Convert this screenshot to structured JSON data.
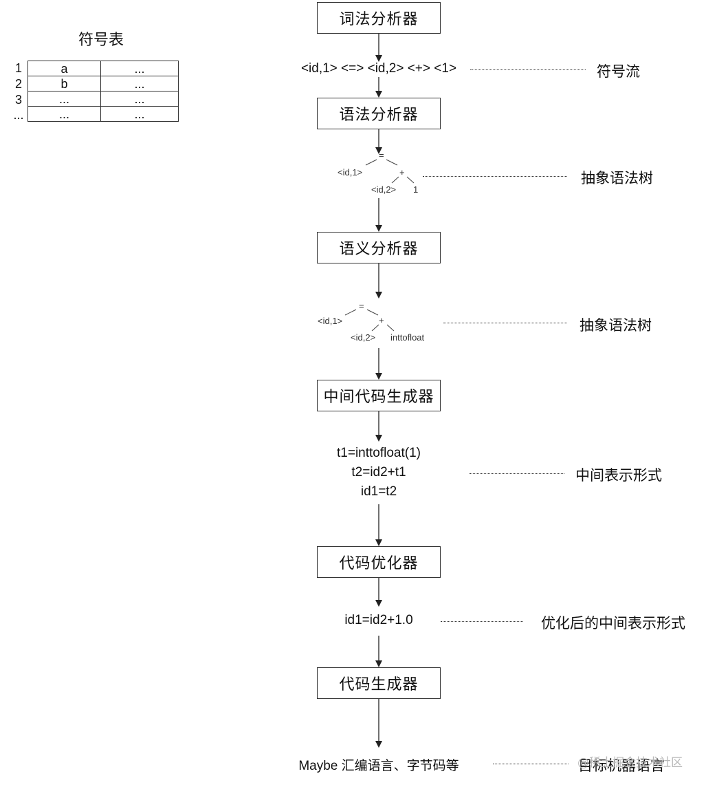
{
  "symbol_table": {
    "title": "符号表",
    "rows": [
      {
        "index": "1",
        "name": "a",
        "info": "..."
      },
      {
        "index": "2",
        "name": "b",
        "info": "..."
      },
      {
        "index": "3",
        "name": "...",
        "info": "..."
      },
      {
        "index": "...",
        "name": "...",
        "info": "..."
      }
    ]
  },
  "stages": {
    "lexer": "词法分析器",
    "parser": "语法分析器",
    "semantic": "语义分析器",
    "ir_generator": "中间代码生成器",
    "optimizer": "代码优化器",
    "code_generator": "代码生成器"
  },
  "outputs": {
    "token_stream": "<id,1> <=> <id,2> <+> <1>",
    "ir_line_1": "t1=inttofloat(1)",
    "ir_line_2": "t2=id2+t1",
    "ir_line_3": "id1=t2",
    "optimized": "id1=id2+1.0",
    "target_code": "Maybe  汇编语言、字节码等"
  },
  "tree1": {
    "root": "=",
    "left": "<id,1>",
    "plus": "+",
    "plus_left": "<id,2>",
    "plus_right": "1"
  },
  "tree2": {
    "root": "=",
    "left": "<id,1>",
    "plus": "+",
    "plus_left": "<id,2>",
    "plus_right": "inttofloat"
  },
  "labels": {
    "token_stream": "符号流",
    "ast_1": "抽象语法树",
    "ast_2": "抽象语法树",
    "ir": "中间表示形式",
    "optimized_ir": "优化后的中间表示形式",
    "target": "目标机器语言"
  },
  "watermark": "@稀土掘金技术社区",
  "colors": {
    "line": "#333333",
    "text": "#111111",
    "watermark": "#b8b8b8"
  }
}
